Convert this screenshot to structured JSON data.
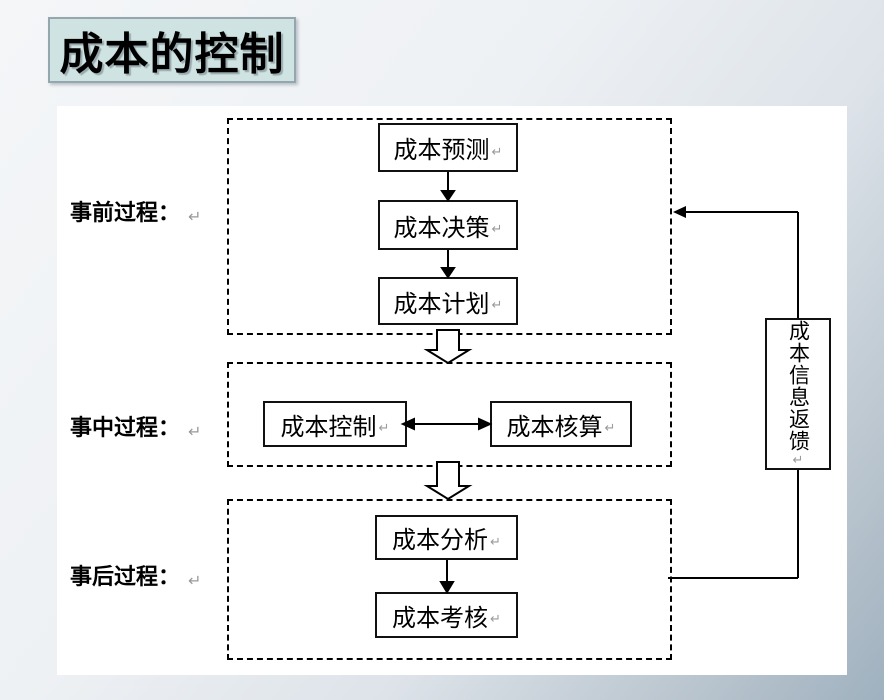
{
  "title": "成本的控制",
  "stages": [
    {
      "label": "事前过程：",
      "boxes": [
        "成本预测",
        "成本决策",
        "成本计划"
      ]
    },
    {
      "label": "事中过程：",
      "boxes": [
        "成本控制",
        "成本核算"
      ]
    },
    {
      "label": "事后过程：",
      "boxes": [
        "成本分析",
        "成本考核"
      ]
    }
  ],
  "feedback_label": "成本信息返馈",
  "return_mark": "↵",
  "colors": {
    "title_fill": "#cfe4e2",
    "title_border": "#94a6ae",
    "slide_bg": "#ffffff",
    "line": "#000000",
    "mark_gray": "#9a9a9a",
    "page_gradient_start": "#f4f6f8",
    "page_gradient_end": "#9fb1bf"
  }
}
